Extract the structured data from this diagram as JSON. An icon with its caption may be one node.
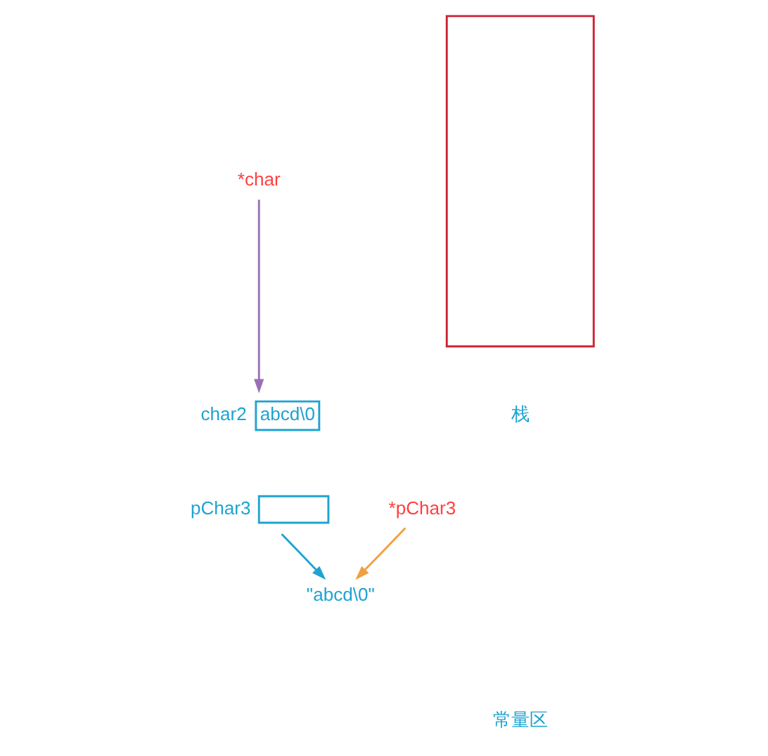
{
  "diagram": {
    "nodes": [
      {
        "text": [
          "*char"
        ]
      },
      {
        "text": [
          "abcd\\0"
        ],
        "beside": [
          "char2"
        ]
      },
      {
        "text": [],
        "shape": "box",
        "beside": [
          "pChar3"
        ]
      },
      {
        "text": [
          "\"abcd\\0\""
        ]
      },
      {
        "text": [
          "*pChar3"
        ]
      },
      {
        "text": [],
        "shape": "box"
      }
    ],
    "edges": [
      {
        "from": 0,
        "to": 1,
        "arrow": "to",
        "color": "#9b6fb5"
      },
      {
        "from": 2,
        "to": 3,
        "arrow": "to",
        "color": "#1fa3d1"
      },
      {
        "from": 4,
        "to": 3,
        "arrow": "to",
        "color": "#f0a040"
      }
    ],
    "labels": [
      "栈",
      "常量区"
    ]
  }
}
